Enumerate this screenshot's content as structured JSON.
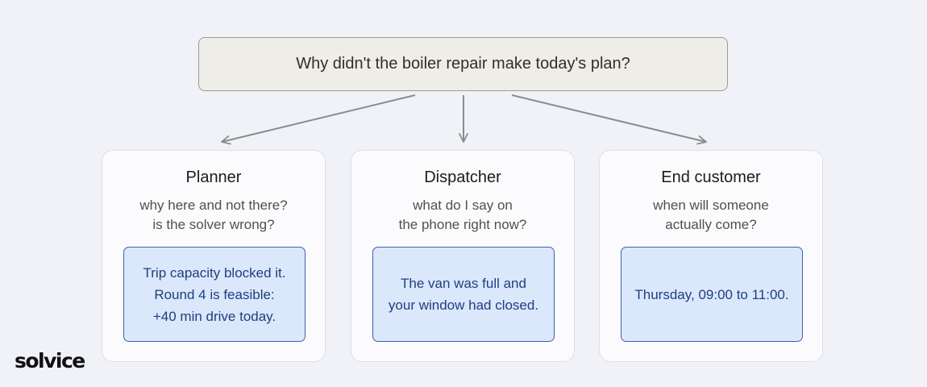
{
  "question": "Why didn't the boiler repair make today's plan?",
  "cards": [
    {
      "title": "Planner",
      "question": "why here and not there?\nis the solver wrong?",
      "answer": "Trip capacity blocked it.\nRound 4 is feasible:\n+40 min drive today."
    },
    {
      "title": "Dispatcher",
      "question": "what do I say on\nthe phone right now?",
      "answer": "The van was full and\nyour window had closed."
    },
    {
      "title": "End customer",
      "question": "when will someone\nactually come?",
      "answer": "Thursday, 09:00 to 11:00."
    }
  ],
  "logo": "solvice",
  "colors": {
    "background": "#f0f2f7",
    "question_fill": "#efede7",
    "answer_fill": "#dbe7fb",
    "answer_border": "#3f62a8",
    "answer_text": "#1f3f7e",
    "arrow": "#8c8c8c"
  }
}
